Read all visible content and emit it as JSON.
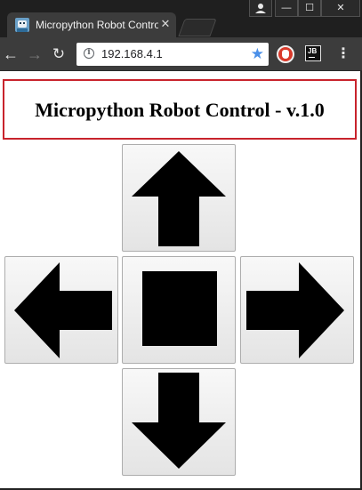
{
  "browser": {
    "tab": {
      "title": "Micropython Robot Control",
      "favicon": "robot-favicon-icon",
      "close_glyph": "✕"
    },
    "window_controls": {
      "user_glyph": "👤",
      "minimize_glyph": "—",
      "maximize_glyph": "☐",
      "close_glyph": "✕"
    },
    "toolbar": {
      "back_glyph": "←",
      "forward_glyph": "→",
      "reload_glyph": "↻",
      "url": "192.168.4.1",
      "info_glyph": "i",
      "bookmark_glyph": "★",
      "extension_jb_label": "JB",
      "menu_glyph": "⋮"
    },
    "colors": {
      "tabstrip": "#1f1f1f",
      "toolbar": "#3c3c3c",
      "bookmark_star": "#4a8fe8",
      "shield_extension": "#d93a2b",
      "header_border": "#c8232c"
    }
  },
  "page": {
    "title": "Micropython Robot Control - v.1.0",
    "controls": {
      "forward": "arrow-up-icon",
      "left": "arrow-left-icon",
      "stop": "stop-square-icon",
      "right": "arrow-right-icon",
      "backward": "arrow-down-icon"
    }
  }
}
